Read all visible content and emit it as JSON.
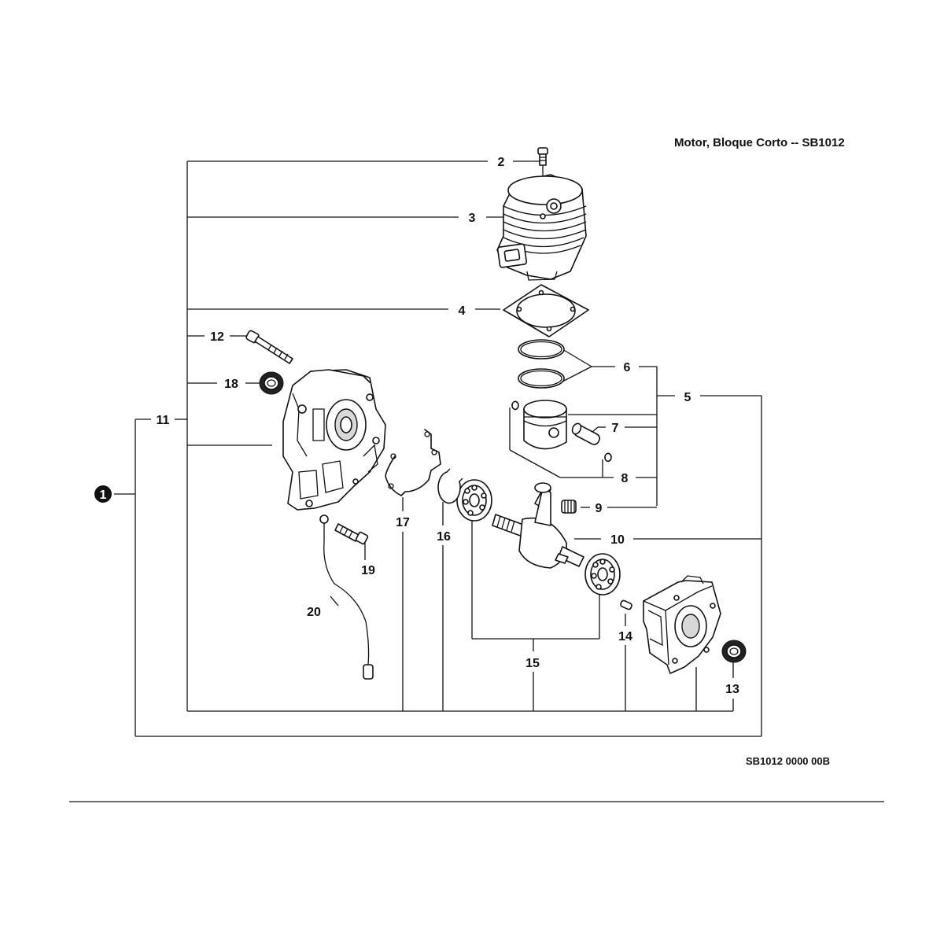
{
  "title": "Motor, Bloque Corto -- SB1012",
  "drawing_code": "SB1012 0000 00B",
  "root_label": "1",
  "callouts": {
    "c2": "2",
    "c3": "3",
    "c4": "4",
    "c5": "5",
    "c6": "6",
    "c7": "7",
    "c8": "8",
    "c9": "9",
    "c10": "10",
    "c11": "11",
    "c12": "12",
    "c13": "13",
    "c14": "14",
    "c15": "15",
    "c16": "16",
    "c17": "17",
    "c18": "18",
    "c19": "19",
    "c20": "20"
  }
}
